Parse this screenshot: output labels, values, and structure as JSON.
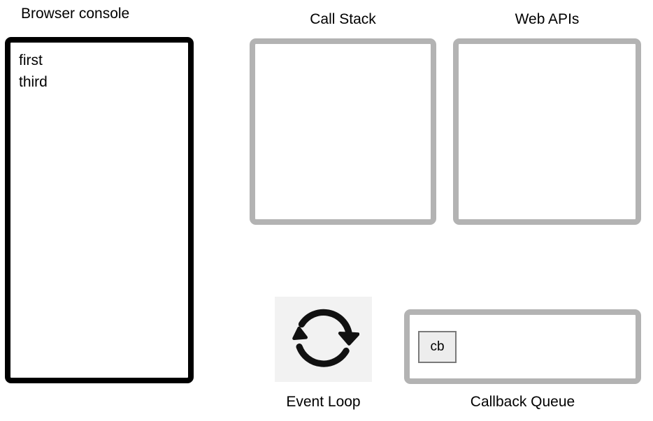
{
  "console": {
    "label": "Browser console",
    "lines": [
      "first",
      "third"
    ]
  },
  "call_stack": {
    "label": "Call Stack",
    "frames": []
  },
  "web_apis": {
    "label": "Web APIs",
    "tasks": []
  },
  "event_loop": {
    "label": "Event Loop",
    "icon": "circular-arrows-icon"
  },
  "callback_queue": {
    "label": "Callback Queue",
    "items": [
      "cb"
    ]
  },
  "colors": {
    "background": "#ffffff",
    "text": "#000000",
    "console_border": "#000000",
    "box_border_gray": "#b3b3b3",
    "event_loop_icon_background": "#f2f2f2",
    "event_loop_icon_stroke": "#111111",
    "queue_item_background": "#ededed",
    "queue_item_border": "#7a7a7a"
  }
}
